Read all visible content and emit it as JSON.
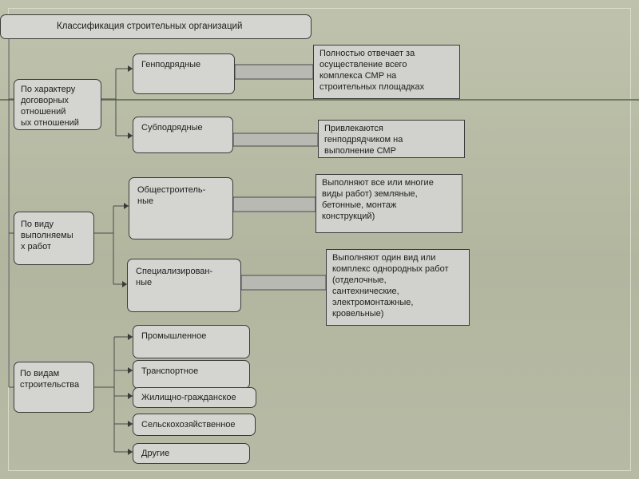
{
  "title": "Классификация строительных организаций",
  "groups": [
    {
      "label": "По характеру договорных отношений ых отношений",
      "display": "По характеру\nдоговорных\nотношений\nых отношений",
      "items": [
        {
          "label": "Генподрядные",
          "desc": "Полностью отвечает за\nосуществление всего\nкомплекса СМР на\nстроительных площадках"
        },
        {
          "label": "Субподрядные",
          "desc": "Привлекаются\nгенподрядчиком на\nвыполнение СМР"
        }
      ]
    },
    {
      "label": "По виду выполняемых работ",
      "display": "По виду\nвыполняемы\nх работ",
      "items": [
        {
          "label": "Общестроитель-\nные",
          "desc": "Выполняют все или многие\nвиды работ) земляные,\nбетонные, монтаж\nконструкций)"
        },
        {
          "label": "Специализирован-\nные",
          "desc": "Выполняют один вид или\nкомплекс однородных работ\n(отделочные,\nсантехнические,\nэлектромонтажные,\nкровельные)"
        }
      ]
    },
    {
      "label": "По видам строительства",
      "display": "По видам\nстроительства",
      "items": [
        {
          "label": "Промышленное"
        },
        {
          "label": "Транспортное"
        },
        {
          "label": "Жилищно-гражданское"
        },
        {
          "label": "Сельскохозяйственное"
        },
        {
          "label": "Другие"
        }
      ]
    }
  ]
}
